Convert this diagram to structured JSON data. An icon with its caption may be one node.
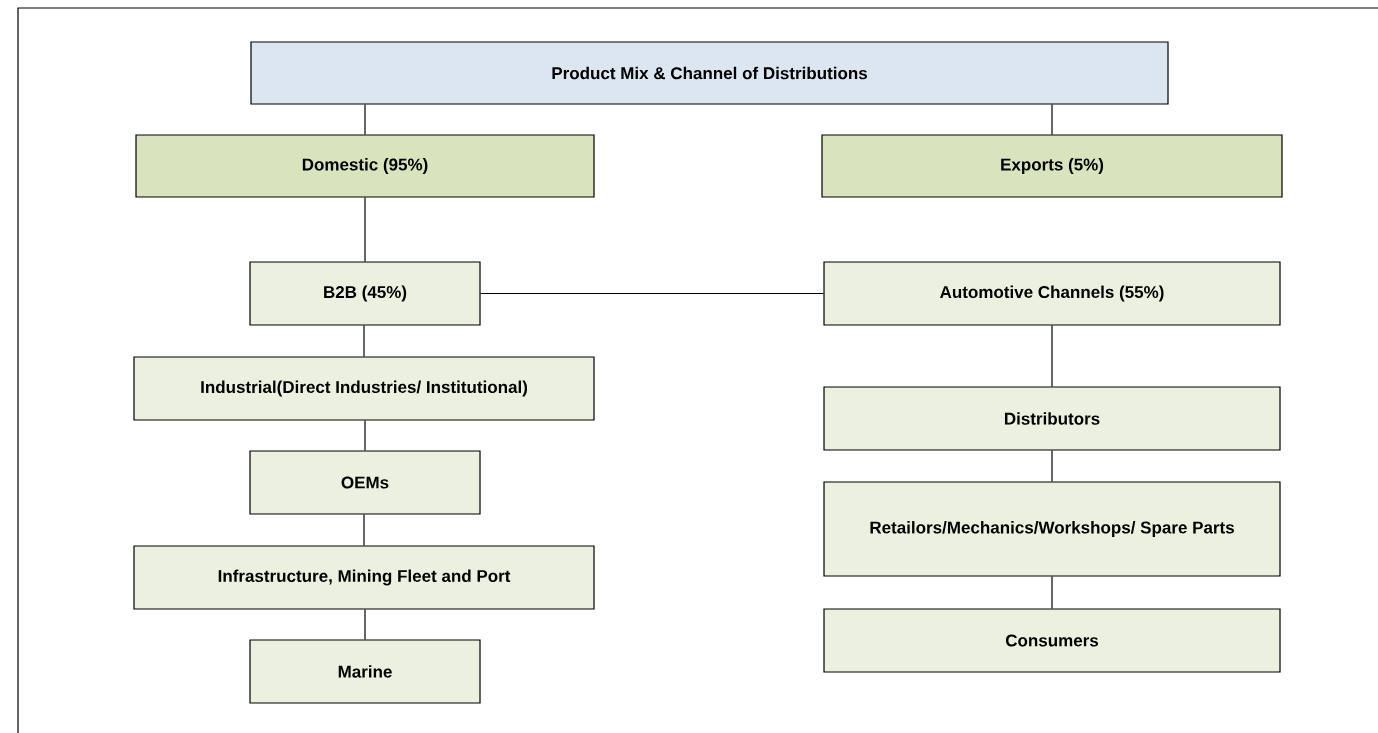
{
  "diagram": {
    "nodes": [
      {
        "text": [
          "Product Mix & Channel of Distributions"
        ]
      },
      {
        "text": [
          "Domestic (95%)"
        ]
      },
      {
        "text": [
          "Exports (5%)"
        ]
      },
      {
        "text": [
          "B2B (45%)"
        ]
      },
      {
        "text": [
          "Automotive Channels (55%)"
        ]
      },
      {
        "text": [
          "Industrial(Direct Industries/ Institutional)"
        ]
      },
      {
        "text": [
          "Distributors"
        ]
      },
      {
        "text": [
          "OEMs"
        ]
      },
      {
        "text": [
          "Retailors/Mechanics/Workshops/ Spare Parts"
        ]
      },
      {
        "text": [
          "Infrastructure, Mining Fleet and Port"
        ]
      },
      {
        "text": [
          "Consumers"
        ]
      },
      {
        "text": [
          "Marine"
        ]
      }
    ],
    "edges": [
      {
        "from": 0,
        "to": 1,
        "arrow": "none"
      },
      {
        "from": 0,
        "to": 2,
        "arrow": "none"
      },
      {
        "from": 1,
        "to": 3,
        "arrow": "none"
      },
      {
        "from": 3,
        "to": 4,
        "arrow": "none"
      },
      {
        "from": 3,
        "to": 5,
        "arrow": "none"
      },
      {
        "from": 5,
        "to": 7,
        "arrow": "none"
      },
      {
        "from": 7,
        "to": 9,
        "arrow": "none"
      },
      {
        "from": 9,
        "to": 11,
        "arrow": "none"
      },
      {
        "from": 4,
        "to": 6,
        "arrow": "none"
      },
      {
        "from": 6,
        "to": 8,
        "arrow": "none"
      },
      {
        "from": 8,
        "to": 10,
        "arrow": "none"
      }
    ]
  }
}
